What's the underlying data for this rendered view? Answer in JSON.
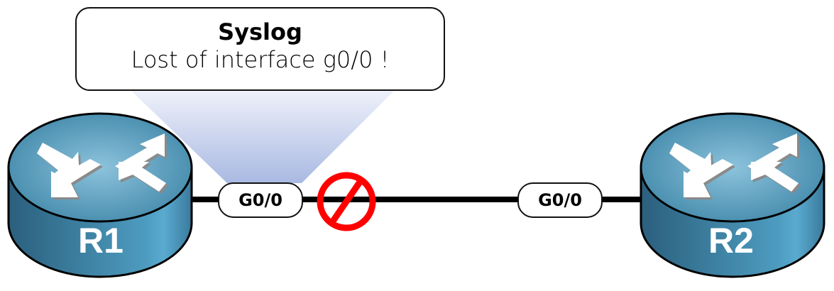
{
  "callout": {
    "title": "Syslog",
    "message": "Lost of interface g0/0 !"
  },
  "routers": [
    {
      "name": "R1",
      "interface": "G0/0"
    },
    {
      "name": "R2",
      "interface": "G0/0"
    }
  ],
  "link": {
    "status": "down",
    "status_icon": "prohibited-icon"
  },
  "colors": {
    "router": "#3f86a8",
    "beam": "#a9b9e2",
    "prohibit": "#ff0000"
  }
}
